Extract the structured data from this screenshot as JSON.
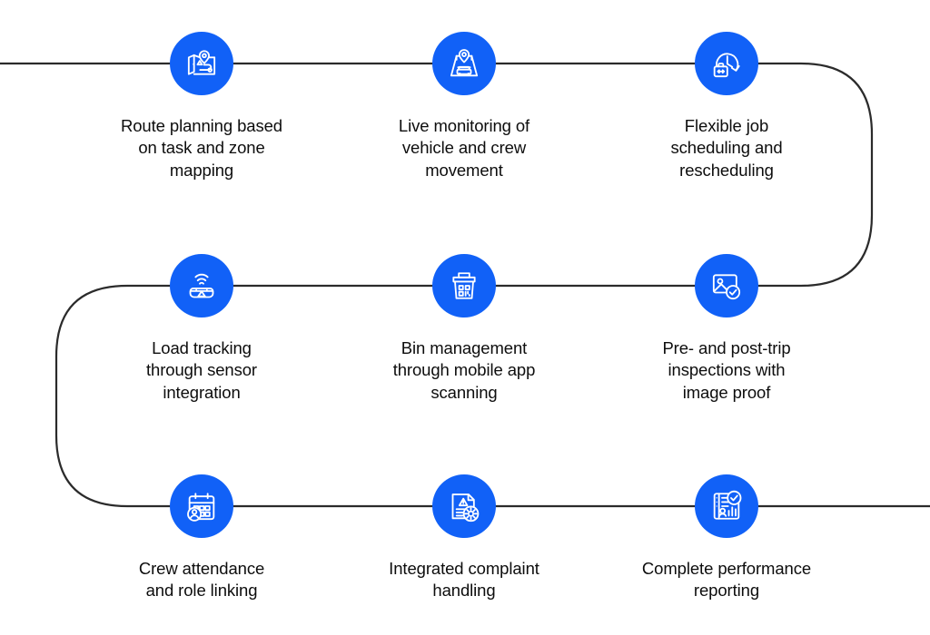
{
  "diagram": {
    "title": "Waste management operations feature flow",
    "type": "serpentine-process-flow",
    "accent_color": "#1161F7",
    "line_color": "#2b2b2b",
    "background_color": "#ffffff",
    "text_color": "#0d0d0d",
    "rows": 3,
    "columns": 3,
    "flow_direction": "left-to-right, then wrap right-to-left, then left-to-right"
  },
  "steps": [
    {
      "index": 1,
      "row": 1,
      "column": 1,
      "icon": "route-map-pin-icon",
      "label": "Route planning based\non task and zone\nmapping"
    },
    {
      "index": 2,
      "row": 1,
      "column": 2,
      "icon": "vehicle-location-tracking-icon",
      "label": "Live monitoring of\nvehicle and crew\nmovement"
    },
    {
      "index": 3,
      "row": 1,
      "column": 3,
      "icon": "clock-briefcase-schedule-icon",
      "label": "Flexible job\nscheduling and\nrescheduling"
    },
    {
      "index": 4,
      "row": 2,
      "column": 1,
      "icon": "wireless-sensor-load-icon",
      "label": "Load tracking\nthrough sensor\nintegration"
    },
    {
      "index": 5,
      "row": 2,
      "column": 2,
      "icon": "bin-qr-code-icon",
      "label": "Bin management\nthrough mobile app\nscanning"
    },
    {
      "index": 6,
      "row": 2,
      "column": 3,
      "icon": "image-check-proof-icon",
      "label": "Pre- and post-trip\ninspections with\nimage proof"
    },
    {
      "index": 7,
      "row": 3,
      "column": 1,
      "icon": "calendar-person-attendance-icon",
      "label": "Crew attendance\nand role linking"
    },
    {
      "index": 8,
      "row": 3,
      "column": 2,
      "icon": "document-alert-gear-icon",
      "label": "Integrated complaint\nhandling"
    },
    {
      "index": 9,
      "row": 3,
      "column": 3,
      "icon": "report-chart-check-icon",
      "label": "Complete performance\nreporting"
    }
  ]
}
